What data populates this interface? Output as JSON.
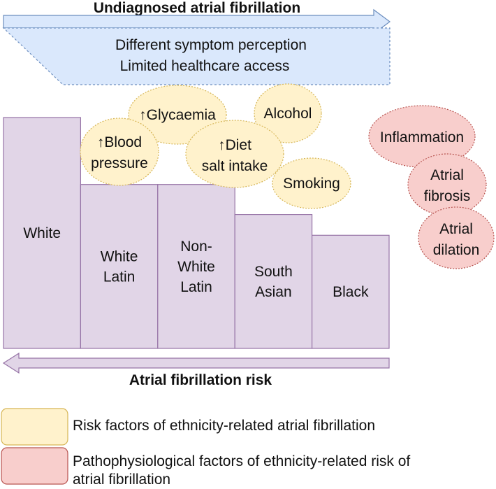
{
  "top_arrow": {
    "title": "Undiagnosed atrial fibrillation",
    "line1": "Different symptom perception",
    "line2": "Limited healthcare access",
    "colors": {
      "fill": "#dae8fc",
      "stroke": "#6c8ebf"
    }
  },
  "bars": [
    {
      "lines": [
        "White"
      ],
      "risk_level": 1.0
    },
    {
      "lines": [
        "White",
        "Latin"
      ],
      "risk_level": 0.71
    },
    {
      "lines": [
        "Non-",
        "White",
        "Latin"
      ],
      "risk_level": 0.71
    },
    {
      "lines": [
        "South",
        "Asian"
      ],
      "risk_level": 0.58
    },
    {
      "lines": [
        "Black"
      ],
      "risk_level": 0.49
    }
  ],
  "bar_colors": {
    "fill": "#e1d5e7",
    "stroke": "#9673a6"
  },
  "risk_factors": [
    {
      "lines": [
        "↑Glycaemia"
      ]
    },
    {
      "lines": [
        "Alcohol"
      ]
    },
    {
      "lines": [
        "↑Blood",
        "pressure"
      ]
    },
    {
      "lines": [
        "↑Diet",
        "salt intake"
      ]
    },
    {
      "lines": [
        "Smoking"
      ]
    }
  ],
  "pathophysiological_factors": [
    {
      "lines": [
        "Inflammation"
      ]
    },
    {
      "lines": [
        "Atrial",
        "fibrosis"
      ]
    },
    {
      "lines": [
        "Atrial",
        "dilation"
      ]
    }
  ],
  "risk_arrow": {
    "label": "Atrial fibrillation risk"
  },
  "legend": {
    "risk_factors_text": "Risk factors of ethnicity-related atrial fibrillation",
    "patho_text_line1": "Pathophysiological factors of ethnicity-related risk of",
    "patho_text_line2": "atrial fibrillation"
  },
  "colors": {
    "risk_fill": "#fff2cc",
    "risk_stroke": "#d6b656",
    "patho_fill": "#f8cecc",
    "patho_stroke": "#b85450"
  }
}
